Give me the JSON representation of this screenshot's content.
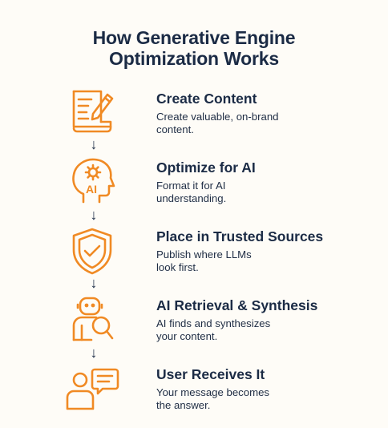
{
  "title": {
    "line1": "How Generative Engine",
    "line2": "Optimization Works"
  },
  "colors": {
    "accent": "#f08a24",
    "text": "#1b2b45",
    "background": "#fefcf7"
  },
  "arrow_glyph": "↓",
  "steps": [
    {
      "icon": "document-pen-icon",
      "title": "Create Content",
      "desc_line1": "Create valuable, on-brand",
      "desc_line2": "content."
    },
    {
      "icon": "head-gear-ai-icon",
      "title": "Optimize for AI",
      "desc_line1": "Format it for AI",
      "desc_line2": "understanding."
    },
    {
      "icon": "shield-check-icon",
      "title": "Place in Trusted Sources",
      "desc_line1": "Publish where LLMs",
      "desc_line2": "look first."
    },
    {
      "icon": "robot-magnifier-icon",
      "title": "AI Retrieval & Synthesis",
      "desc_line1": "AI finds and synthesizes",
      "desc_line2": "your content."
    },
    {
      "icon": "user-chat-icon",
      "title": "User Receives It",
      "desc_line1": "Your message becomes",
      "desc_line2": "the answer."
    }
  ]
}
